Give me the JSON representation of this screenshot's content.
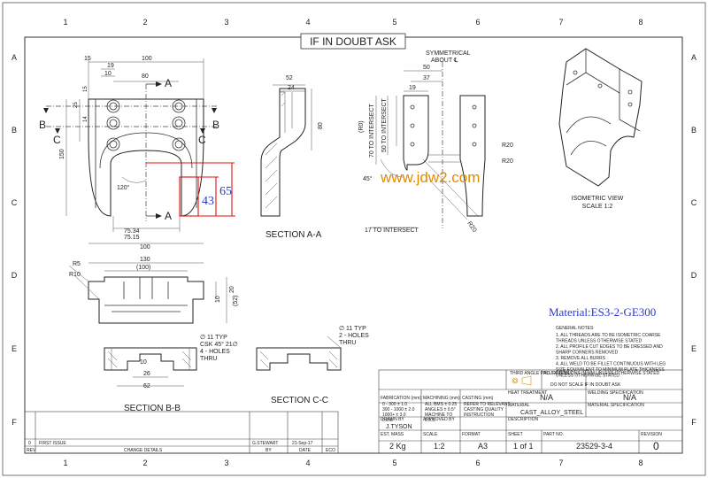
{
  "grid": {
    "columns": [
      "1",
      "2",
      "3",
      "4",
      "5",
      "6",
      "7",
      "8"
    ],
    "rows": [
      "A",
      "B",
      "C",
      "D",
      "E",
      "F"
    ]
  },
  "header_note": "IF IN DOUBT ASK",
  "symmetry_note": {
    "line1": "SYMMETRICAL",
    "line2": "ABOUT ℄"
  },
  "watermark": "www.jdw2.com",
  "material_banner": "Material:ES3-2-GE300",
  "front_view": {
    "dims": [
      "15",
      "100",
      "19",
      "10",
      "80",
      "25",
      "15",
      "14",
      "150",
      "120°",
      "75.34",
      "75.15",
      "100"
    ],
    "section_labels": [
      "A",
      "A",
      "B",
      "B",
      "C",
      "C"
    ],
    "red_dims": [
      "65",
      "43"
    ]
  },
  "section_aa": {
    "dims": [
      "52",
      "24",
      "80"
    ],
    "title": "SECTION A-A"
  },
  "side_view": {
    "dims": [
      "50",
      "37",
      "19",
      "(R0)",
      "70 TO INTERSECT",
      "50 TO INTERSECT",
      "R20",
      "R20",
      "45°",
      "17 TO INTERSECT",
      "R20"
    ]
  },
  "isometric": {
    "title_line1": "ISOMETRIC VIEW",
    "title_line2": "SCALE 1:2"
  },
  "bottom_view": {
    "dims": [
      "130",
      "(100)",
      "R5",
      "R10",
      "20",
      "10",
      "(52)"
    ]
  },
  "section_bb": {
    "title": "SECTION B-B",
    "dims": [
      "10",
      "26",
      "62"
    ],
    "callout": [
      "∅ 11 TYP",
      "CSK 45° 21∅",
      "4 - HOLES",
      "THRU"
    ]
  },
  "section_cc": {
    "title": "SECTION C-C",
    "callout": [
      "∅ 11 TYP",
      "2 - HOLES",
      "THRU"
    ]
  },
  "general_notes": {
    "heading": "GENERAL NOTES",
    "items": [
      "1. ALL THREADS ARE TO BE ISOMETRIC COARSE",
      "   THREADS UNLESS OTHERWISE STATED",
      "2. ALL PROFILE CUT EDGES TO BE DRESSED AND",
      "   SHARP CORNERS REMOVED",
      "3. REMOVE ALL BURRS",
      "4. ALL WELD TO BE FILLET CONTINUOUS WITH LEG",
      "   SIZE EQUIVALENT TO MINIMUM PLATE THICKNESS",
      "   UNLESS OTHERWISE STATED"
    ]
  },
  "title_block": {
    "projection_label": "THIRD ANGLE PROJECTION",
    "dims_in_mm": "ALL DIMENSIONS IN MM UNLESS OTHERWISE STATED",
    "do_not_scale": "DO NOT SCALE IF IN DOUBT ASK",
    "heat_treatment_label": "HEAT TREATMENT",
    "heat_treatment": "N/A",
    "welding_label": "WELDING SPECIFICATION",
    "welding": "N/A",
    "fabrication_label": "FABRICATION (mm)",
    "fabrication_lines": [
      "0 - 300    ± 1.0",
      "300 - 1000  ± 2.0",
      "1000+    ± 3.0",
      "0.0.0."
    ],
    "machining_label": "MACHINING (mm)",
    "machining_lines": [
      "ALL BMS ± 0.25",
      "ANGLES ± 0.5°",
      "MACHINE TO",
      "0.0.5."
    ],
    "casting_label": "CASTING (mm)",
    "casting_lines": [
      "REFER TO RELEVANT",
      "CASTING QUALITY",
      "INSTRUCTION"
    ],
    "material_label": "MATERIAL",
    "material": "CAST_ALLOY_STEEL",
    "material_spec_label": "MATERIAL SPECIFICATION",
    "description_label": "DESCRIPTION",
    "drawn_by_label": "DRAWN BY",
    "drawn_by": "J.TYSON",
    "approved_by_label": "APPROVED BY",
    "est_mass_label": "EST. MASS",
    "est_mass": "2 Kg",
    "scale_label": "SCALE",
    "scale": "1:2",
    "format_label": "FORMAT",
    "format": "A3",
    "sheet_label": "SHEET",
    "sheet": "1 of 1",
    "part_no_label": "PART NO.",
    "part_no": "23529-3-4",
    "revision_label": "REVISION",
    "revision": "0"
  },
  "revision_table": {
    "row": {
      "rev": "0",
      "details": "FIRST ISSUE",
      "by": "G.STEWART",
      "date": "21-Sep-17"
    },
    "headers": [
      "REV",
      "CHANGE DETAILS",
      "BY",
      "DATE",
      "ECO"
    ]
  }
}
